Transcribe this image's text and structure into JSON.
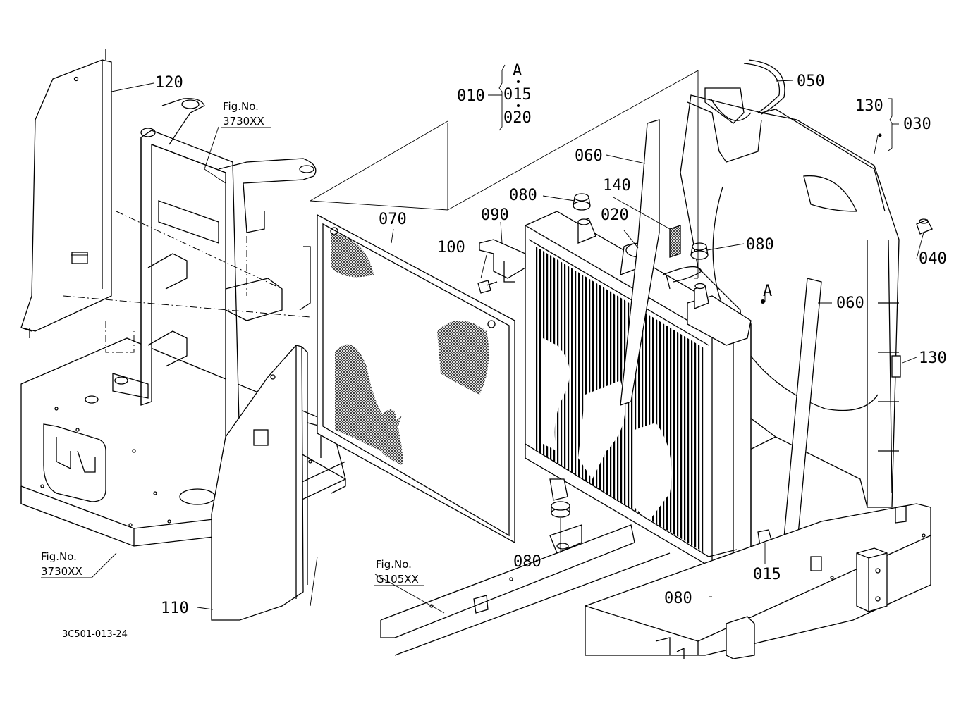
{
  "diagram": {
    "code": "3C501-013-24",
    "callouts": {
      "p120": "120",
      "p110": "110",
      "p070": "070",
      "p100": "100",
      "p090": "090",
      "p080a": "080",
      "p080b": "080",
      "p080c": "080",
      "p080d": "080",
      "p140": "140",
      "p020": "020",
      "p060a": "060",
      "p060b": "060",
      "p050": "050",
      "p130a": "130",
      "p130b": "130",
      "p030": "030",
      "p040": "040",
      "p015": "015",
      "markA": "A"
    },
    "group": {
      "main": "010",
      "letter": "A",
      "sub1": "015",
      "sub2": "020"
    },
    "figrefs": [
      {
        "label": "Fig.No.",
        "number": "3730XX"
      },
      {
        "label": "Fig.No.",
        "number": "3730XX"
      },
      {
        "label": "Fig.No.",
        "number": "G105XX"
      }
    ]
  }
}
